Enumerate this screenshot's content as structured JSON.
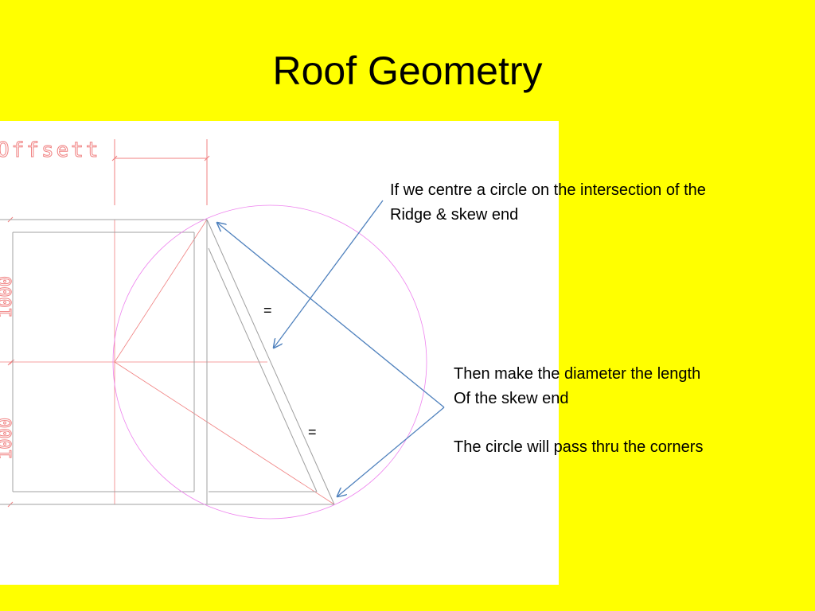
{
  "slide": {
    "title": "Roof Geometry"
  },
  "drawing": {
    "dimension_text": "Offsett",
    "vertical_dimension_top": "1000",
    "vertical_dimension_bottom": "1000",
    "equal_mark_upper": "=",
    "equal_mark_lower": "=",
    "colors": {
      "background": "#ffff00",
      "panel": "#ffffff",
      "drafting_red": "#f08080",
      "drafting_grey": "#a0a0a0",
      "circle_magenta": "#ee82ee",
      "arrow_blue": "#4f81bd"
    }
  },
  "notes": {
    "note1_line1": "If we centre a circle on the intersection of the",
    "note1_line2": "Ridge & skew end",
    "note2_line1": "Then make the diameter the length",
    "note2_line2": "Of the skew end",
    "note3": "The circle will pass thru the corners"
  }
}
